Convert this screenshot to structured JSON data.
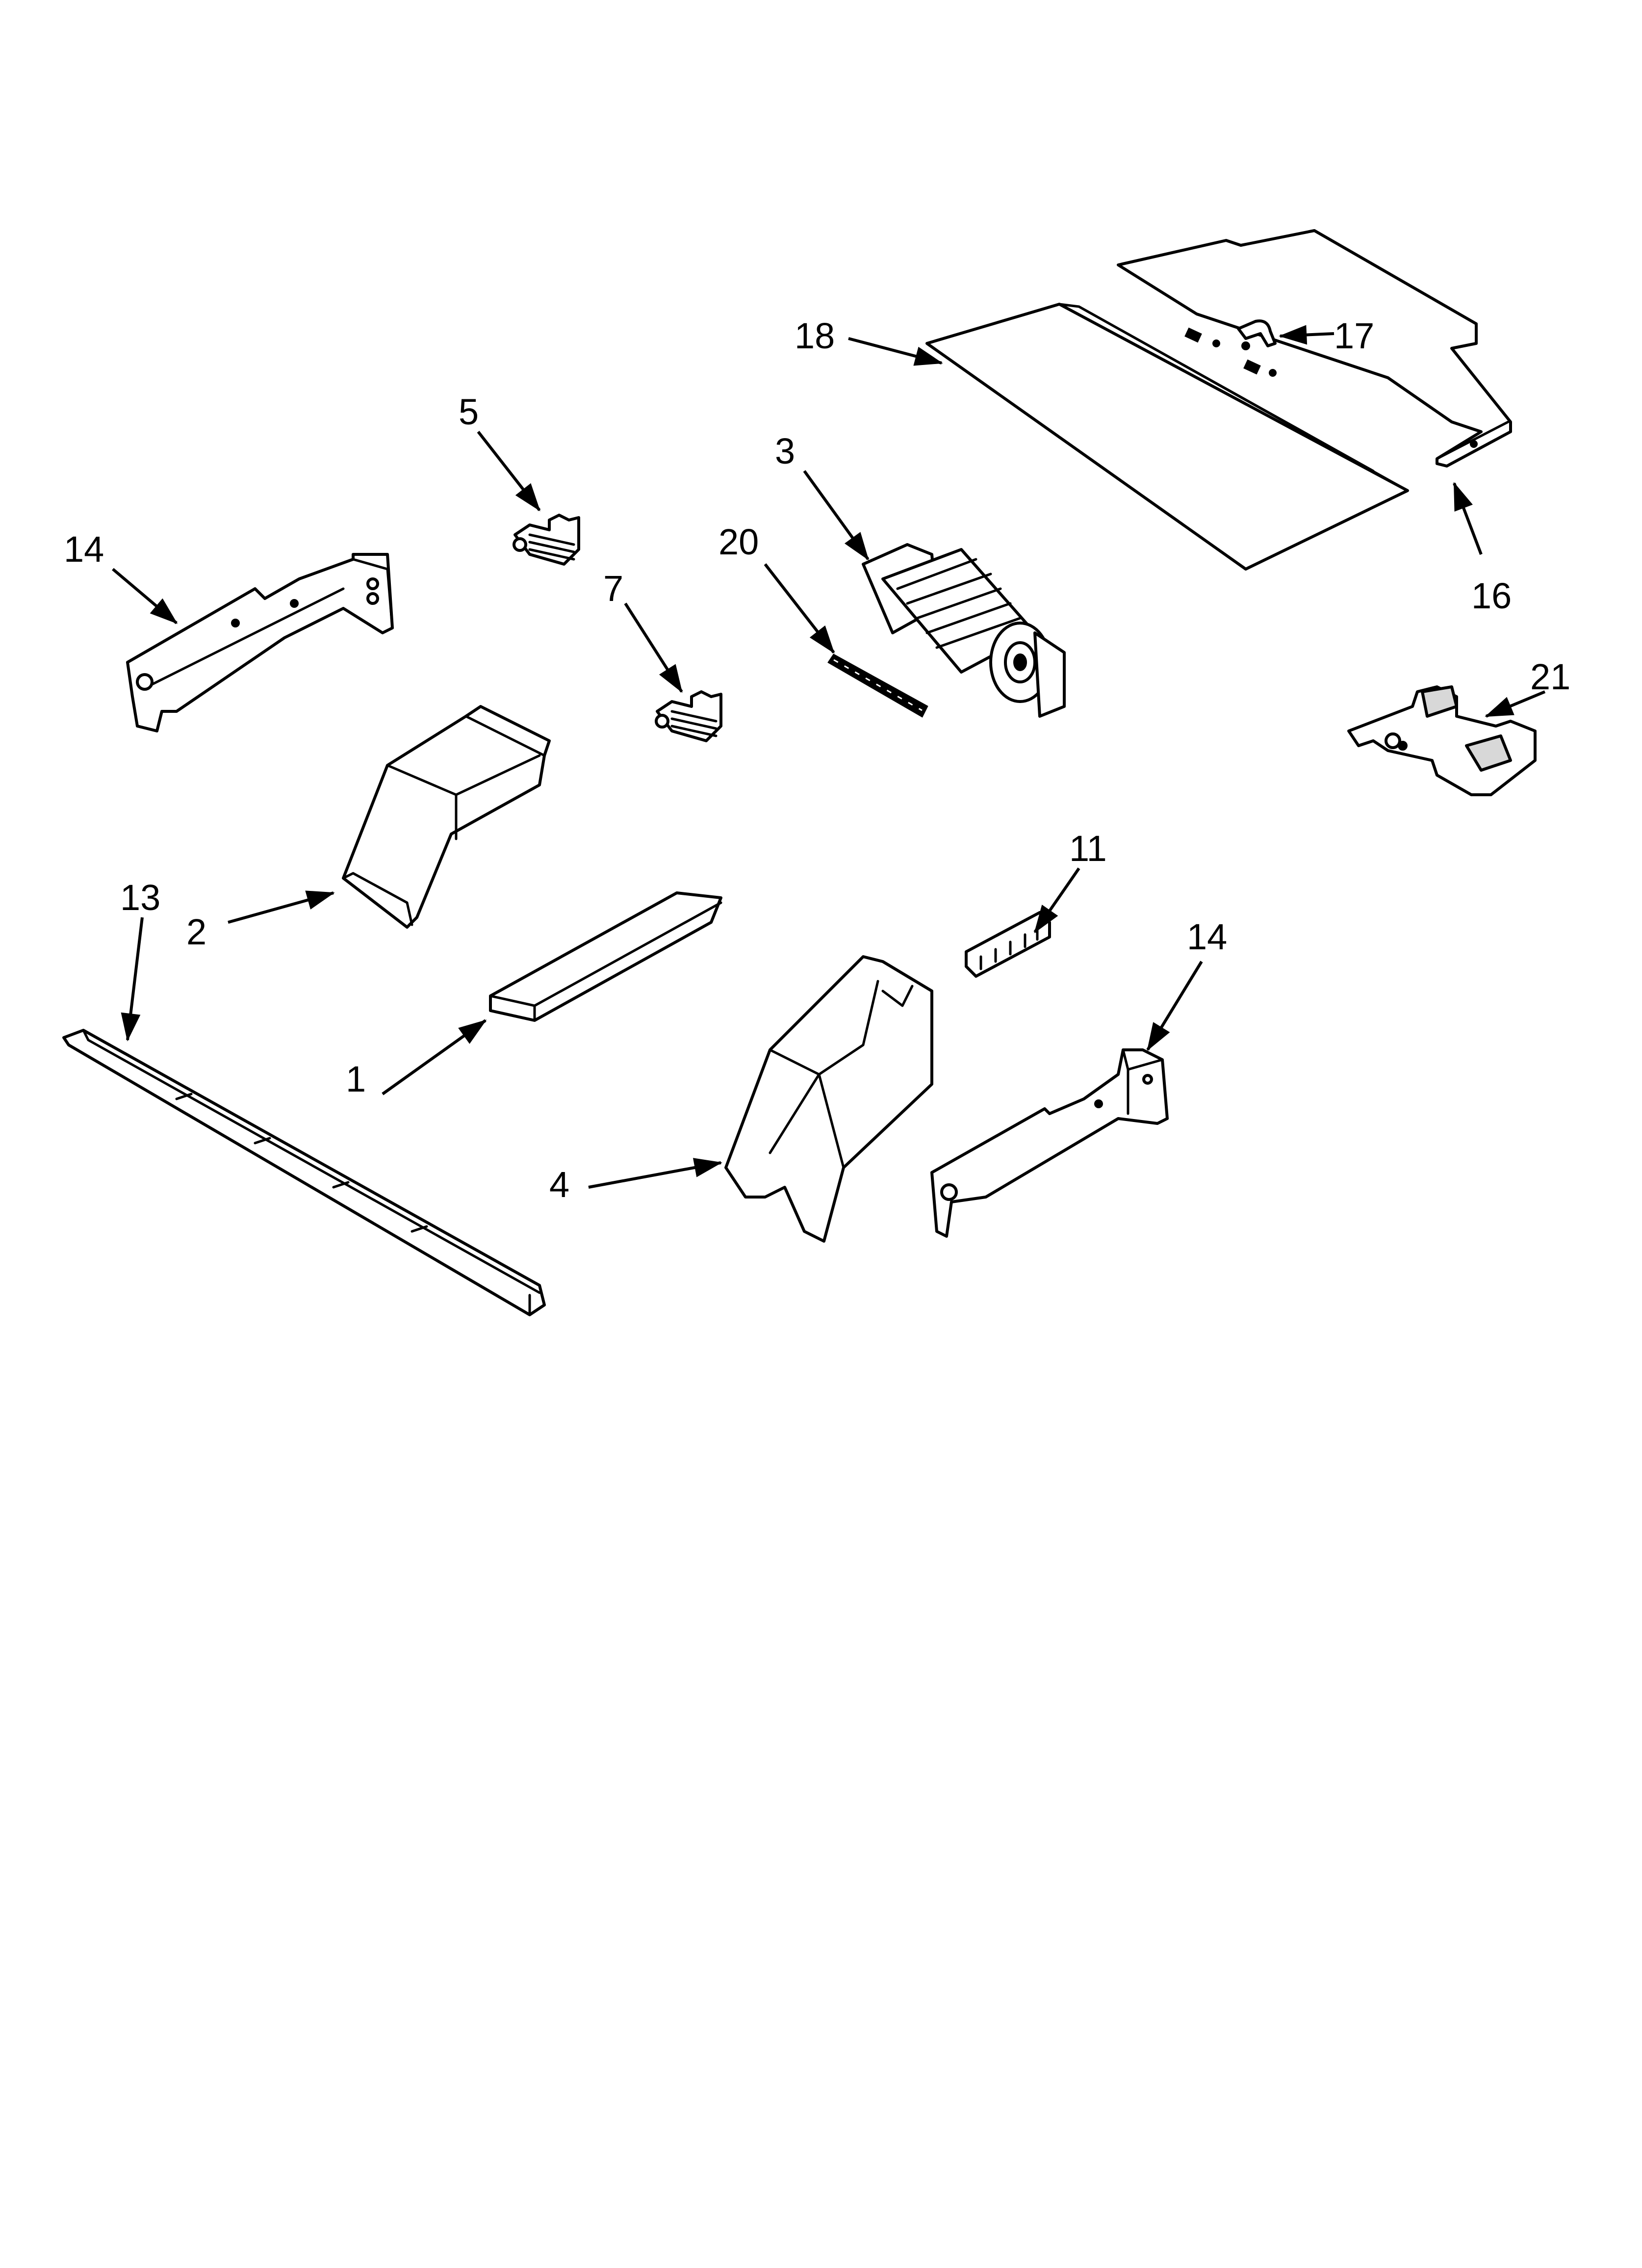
{
  "callouts": {
    "c1": "1",
    "c2": "2",
    "c3": "3",
    "c4": "4",
    "c5": "5",
    "c7": "7",
    "c11": "11",
    "c13": "13",
    "c14a": "14",
    "c14b": "14",
    "c16": "16",
    "c17": "17",
    "c18": "18",
    "c20": "20",
    "c21": "21"
  }
}
